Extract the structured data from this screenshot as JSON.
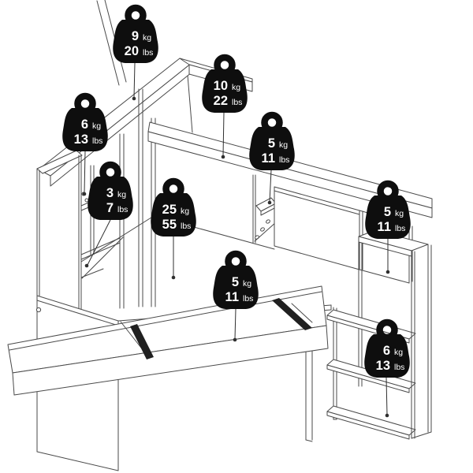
{
  "page": {
    "background": "#ffffff",
    "line_color": "#4a4a4a",
    "badge_color": "#0e0e0e",
    "badge_text_color": "#ffffff",
    "kettlebell_icon": "weight-capacity-icon"
  },
  "weights": [
    {
      "part": "hutch-top-board",
      "kg": "9",
      "kg_unit": "kg",
      "lbs": "20",
      "lbs_unit": "lbs"
    },
    {
      "part": "left-hutch-upper-shelf",
      "kg": "6",
      "kg_unit": "kg",
      "lbs": "13",
      "lbs_unit": "lbs"
    },
    {
      "part": "left-hutch-lower-shelf",
      "kg": "3",
      "kg_unit": "kg",
      "lbs": "7",
      "lbs_unit": "lbs"
    },
    {
      "part": "wall-shelf",
      "kg": "10",
      "kg_unit": "kg",
      "lbs": "22",
      "lbs_unit": "lbs"
    },
    {
      "part": "corner-cubby-shelf",
      "kg": "5",
      "kg_unit": "kg",
      "lbs": "11",
      "lbs_unit": "lbs"
    },
    {
      "part": "desktop-surface",
      "kg": "25",
      "kg_unit": "kg",
      "lbs": "55",
      "lbs_unit": "lbs"
    },
    {
      "part": "keyboard-tray",
      "kg": "5",
      "kg_unit": "kg",
      "lbs": "11",
      "lbs_unit": "lbs"
    },
    {
      "part": "right-wall-shelf",
      "kg": "5",
      "kg_unit": "kg",
      "lbs": "11",
      "lbs_unit": "lbs"
    },
    {
      "part": "bookcase-shelf",
      "kg": "6",
      "kg_unit": "kg",
      "lbs": "13",
      "lbs_unit": "lbs"
    }
  ]
}
